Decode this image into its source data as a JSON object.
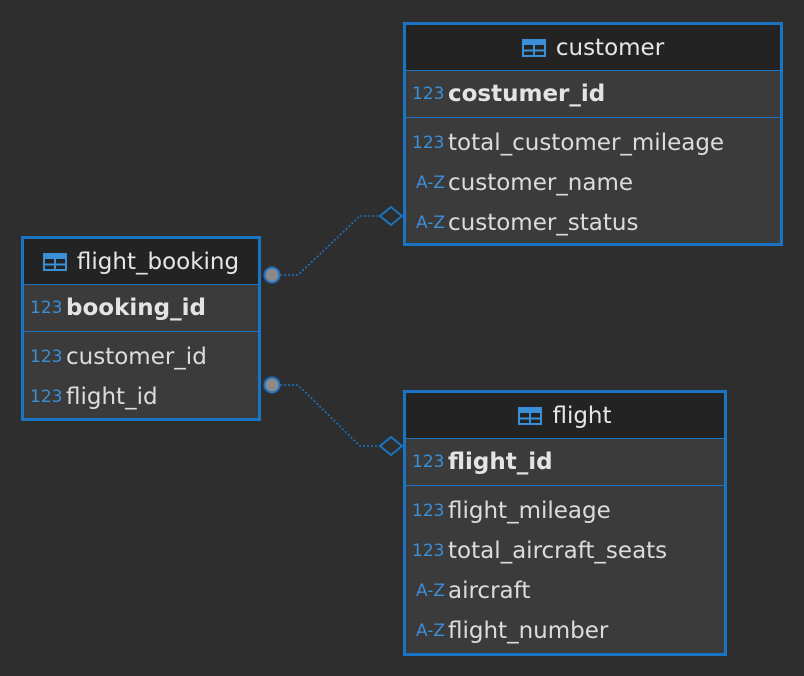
{
  "colors": {
    "background": "#2e2e2e",
    "entity_border": "#1b73c4",
    "entity_header_bg": "#232323",
    "entity_body_bg": "#3b3b3b",
    "type_icon": "#3b8fd6",
    "connector": "#1b73c4",
    "connector_dot": "#8a8a8a"
  },
  "entities": {
    "customer": {
      "name": "customer",
      "icon": "table-icon",
      "pk": {
        "type": "123",
        "name": "costumer_id"
      },
      "columns": [
        {
          "type": "123",
          "name": "total_customer_mileage"
        },
        {
          "type": "A-Z",
          "name": "customer_name"
        },
        {
          "type": "A-Z",
          "name": "customer_status"
        }
      ]
    },
    "flight_booking": {
      "name": "flight_booking",
      "icon": "table-icon",
      "pk": {
        "type": "123",
        "name": "booking_id"
      },
      "columns": [
        {
          "type": "123",
          "name": "customer_id"
        },
        {
          "type": "123",
          "name": "flight_id"
        }
      ]
    },
    "flight": {
      "name": "flight",
      "icon": "table-icon",
      "pk": {
        "type": "123",
        "name": "flight_id"
      },
      "columns": [
        {
          "type": "123",
          "name": "flight_mileage"
        },
        {
          "type": "123",
          "name": "total_aircraft_seats"
        },
        {
          "type": "A-Z",
          "name": "aircraft"
        },
        {
          "type": "A-Z",
          "name": "flight_number"
        }
      ]
    }
  },
  "relationships": [
    {
      "from": "flight_booking.customer_id",
      "to": "customer.costumer_id"
    },
    {
      "from": "flight_booking.flight_id",
      "to": "flight.flight_id"
    }
  ]
}
